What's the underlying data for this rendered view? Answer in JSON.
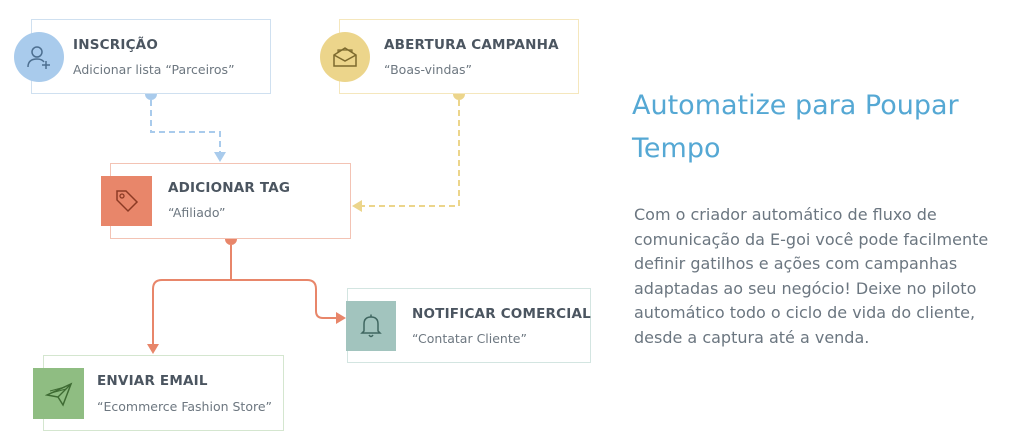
{
  "nodes": {
    "inscricao": {
      "title": "INSCRIÇÃO",
      "subtitle": "Adicionar lista “Parceiros”",
      "icon": "user-add-icon",
      "color": "#a9cbec"
    },
    "abertura": {
      "title": "ABERTURA CAMPANHA",
      "subtitle": "“Boas-vindas”",
      "icon": "envelope-icon",
      "color": "#ecd58b"
    },
    "tag": {
      "title": "ADICIONAR TAG",
      "subtitle": "“Afiliado”",
      "icon": "tag-icon",
      "color": "#e8866a"
    },
    "notificar": {
      "title": "NOTIFICAR COMERCIAL",
      "subtitle": "“Contatar Cliente”",
      "icon": "bell-icon",
      "color": "#a2c4be"
    },
    "email": {
      "title": "ENVIAR EMAIL",
      "subtitle": "“Ecommerce Fashion Store”",
      "icon": "paper-plane-icon",
      "color": "#8fbd82"
    }
  },
  "content": {
    "heading": "Automatize para Poupar Tempo",
    "body": "Com o criador automático de fluxo de comunicação da E-goi você pode facilmente definir gatilhos e ações com campanhas adaptadas ao seu negócio! Deixe no piloto automático todo o ciclo de vida do cliente, desde a captura até a venda."
  },
  "colors": {
    "blue_line": "#a9cbec",
    "yellow_line": "#ecd58b",
    "orange_line": "#e8866a",
    "heading": "#55a8d4"
  }
}
